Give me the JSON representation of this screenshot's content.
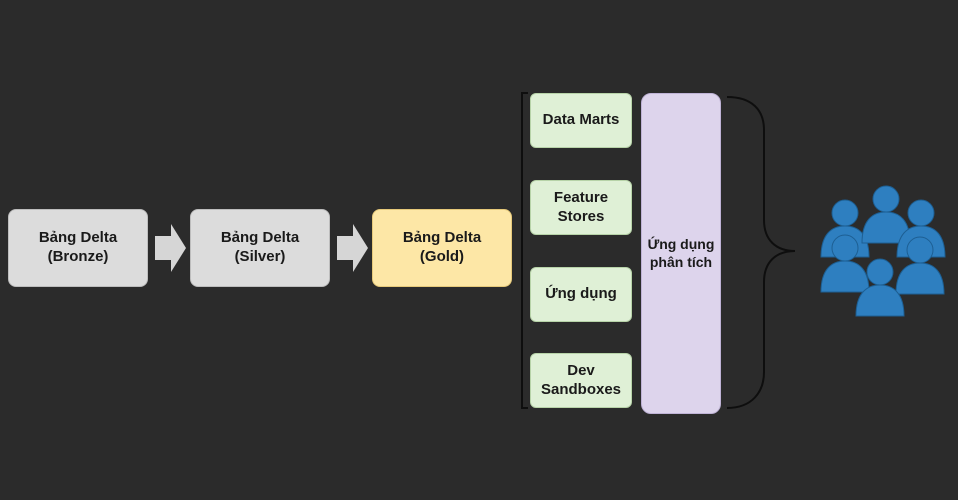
{
  "stages": [
    {
      "id": "bronze",
      "label": "Bảng Delta\n(Bronze)"
    },
    {
      "id": "silver",
      "label": "Bảng Delta\n(Silver)"
    },
    {
      "id": "gold",
      "label": "Bảng Delta\n(Gold)"
    }
  ],
  "consumers": [
    {
      "id": "data-marts",
      "label": "Data Marts"
    },
    {
      "id": "feature-stores",
      "label": "Feature\nStores"
    },
    {
      "id": "ung-dung",
      "label": "Ứng dụng"
    },
    {
      "id": "dev-sandboxes",
      "label": "Dev\nSandboxes"
    }
  ],
  "analytics": {
    "label": "Ứng dụng\nphân tích"
  },
  "colors": {
    "background": "#2b2b2b",
    "stage": "#dcdcdc",
    "gold": "#fde7a6",
    "consumer": "#dff0d6",
    "analytics": "#ddd4ec",
    "arrow": "#d6d6d6",
    "users": "#2e7fc0"
  },
  "icons": {
    "arrow": "block-arrow-right",
    "users": "user-group-icon"
  }
}
